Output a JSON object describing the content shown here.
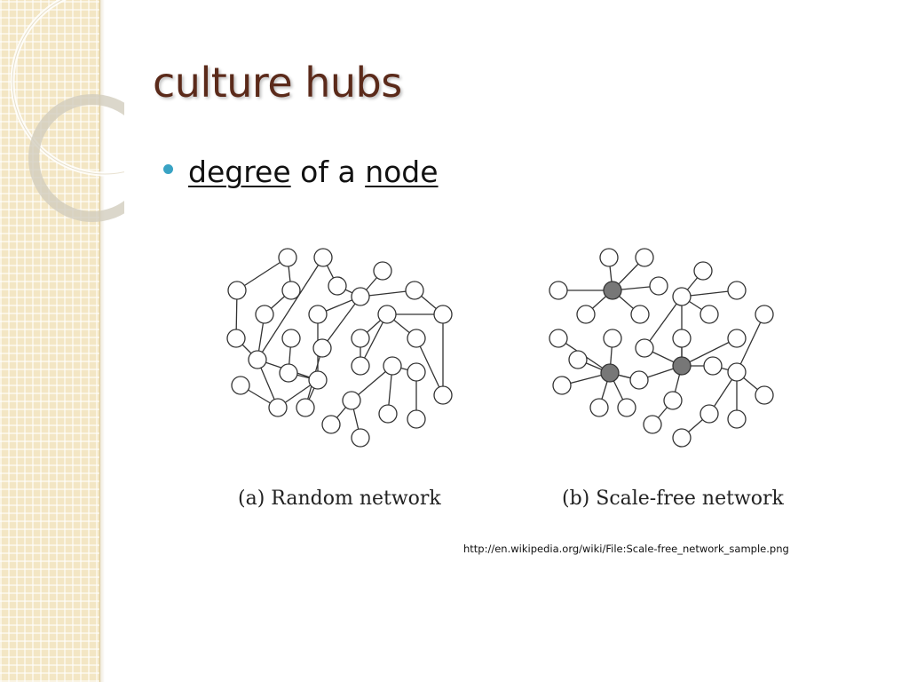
{
  "slide": {
    "title": "culture hubs",
    "bullet": {
      "term1": "degree",
      "connector": "of a",
      "term2": "node",
      "bullet_color": "#39a3c4"
    },
    "figure": {
      "caption_a": "(a) Random network",
      "caption_b": "(b) Scale-free network",
      "source_url": "http://en.wikipedia.org/wiki/File:Scale-free_network_sample.png",
      "hub_color": "#777777"
    },
    "theme": {
      "title_color": "#5b2a1a",
      "side_band_color": "#f3e6c4"
    }
  }
}
